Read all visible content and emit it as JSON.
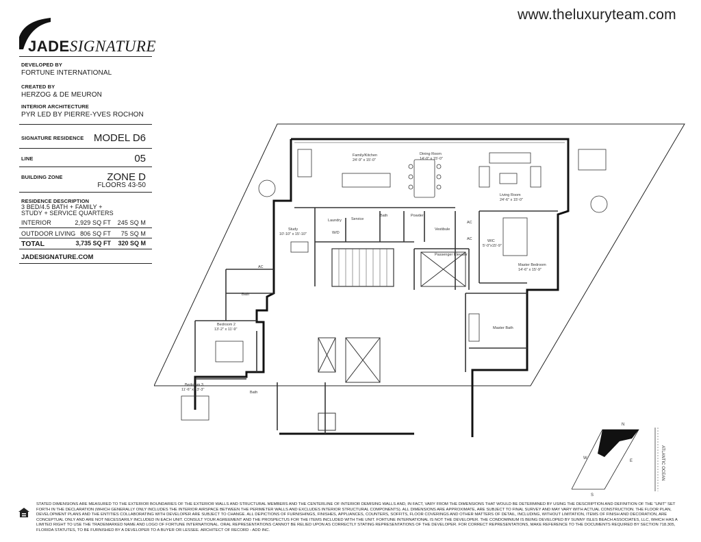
{
  "website": "www.theluxuryteam.com",
  "logo": {
    "brand": "JADE",
    "name": "SIGNATURE"
  },
  "developed_by": {
    "label": "DEVELOPED BY",
    "value": "FORTUNE INTERNATIONAL"
  },
  "created_by": {
    "label": "CREATED BY",
    "value": "HERZOG & DE MEURON"
  },
  "interior_architecture": {
    "label": "INTERIOR ARCHITECTURE",
    "value": "PYR LED BY PIERRE-YVES ROCHON"
  },
  "signature_residence": {
    "label": "SIGNATURE RESIDENCE",
    "value": "MODEL D6"
  },
  "line": {
    "label": "LINE",
    "value": "05"
  },
  "building_zone": {
    "label": "BUILDING ZONE",
    "zone": "ZONE D",
    "floors": "FLOORS 43-50"
  },
  "residence_description": {
    "label": "RESIDENCE DESCRIPTION",
    "value": "3 BED/4.5 BATH + FAMILY + STUDY + SERVICE QUARTERS"
  },
  "areas": [
    {
      "name": "INTERIOR",
      "sqft": "2,929 SQ FT",
      "sqm": "245 SQ M"
    },
    {
      "name": "OUTDOOR LIVING",
      "sqft": "806 SQ FT",
      "sqm": "75 SQ M"
    },
    {
      "name": "TOTAL",
      "sqft": "3,735 SQ FT",
      "sqm": "320 SQ M"
    }
  ],
  "site_link": "JADESIGNATURE.COM",
  "rooms": {
    "family_kitchen": {
      "name": "Family/Kitchen",
      "dims": "24'-9\" x 15'-0\""
    },
    "dining": {
      "name": "Dining Room",
      "dims": "14'-0\" x 15'-0\""
    },
    "living": {
      "name": "Living Room",
      "dims": "24'-6\" x 15'-0\""
    },
    "study": {
      "name": "Study",
      "dims": "10'-10\" x 15'-10\""
    },
    "laundry": "Laundry",
    "service": "Service",
    "bath_top": "Bath",
    "powder": "Powder",
    "wd": "W/D",
    "vestibule": "Vestibule",
    "ac1": "AC",
    "ac2": "AC",
    "ac3": "AC",
    "wic": {
      "name": "WIC",
      "dims": "5'-0\"x15'-9\""
    },
    "master_bedroom": {
      "name": "Master Bedroom",
      "dims": "14'-6\" x 15'-9\""
    },
    "passenger_elevator": "Passenger Elevator",
    "bath_left": "Bath",
    "bedroom2": {
      "name": "Bedroom 2",
      "dims": "13'-2\" x 11'-9\""
    },
    "bedroom3": {
      "name": "Bedroom 3",
      "dims": "11'-6\" x 13'-3\""
    },
    "bath_bottom": "Bath",
    "master_bath": "Master Bath"
  },
  "compass": {
    "n": "N",
    "s": "S",
    "e": "E",
    "w": "W",
    "ocean": "ATLANTIC OCEAN"
  },
  "disclaimer": "Stated dimensions are measured to the exterior boundaries of the exterior walls and structural members and the centerline of interior demising walls and, in fact, vary from the dimensions that would be determined by using the description and definition of the \"unit\" set forth in the declaration (which generally only includes the interior airspace between the perimeter walls and excludes interior structural components). All dimensions are approximate, are subject to final survey and may vary with actual construction. The floor plan, development plans and the entities collaborating with developer are subject to change. All depictions of furnishings, finishes, appliances, counters, soffits, floor coverings and other matters of detail, including, without limitation, items of finish and decoration, are conceptual only and are not necessarily included in each unit. Consult your agreement and the prospectus for the items included with the unit. Fortune International is not the developer. The condominium is being developed by Sunny Isles Beach Associates, LLC, which has a limited right to use the trademarked name and logo of Fortune International. Oral representations cannot be relied upon as correctly stating representations of the developer. For correct representations, make reference to the documents required by section 718.305, Florida Statutes, to be furnished by a developer to a buyer or lessee. Architect of record - ADD Inc."
}
